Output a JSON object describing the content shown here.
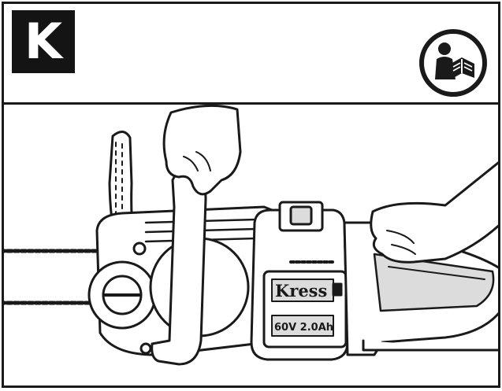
{
  "step": {
    "letter": "K"
  },
  "icons": {
    "manual": "read-manual-icon"
  },
  "product": {
    "brand": "Kress",
    "rating": "60V 2.0Ah"
  },
  "colors": {
    "ink": "#1a1a1a",
    "badge": "#141414",
    "background": "#ffffff",
    "shade": "#dcdcdc"
  }
}
